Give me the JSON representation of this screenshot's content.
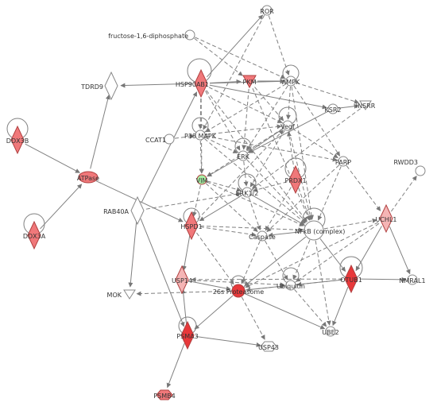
{
  "colors": {
    "up_strong": "#e8383a",
    "up_medium": "#f0787a",
    "up_light": "#f5b5b5",
    "down": "#a6eea4",
    "neutral": "#ffffff",
    "edge": "#808080"
  },
  "nodes": [
    {
      "id": "ROR",
      "label": "ROR",
      "shape": "circle",
      "fill": "neutral"
    },
    {
      "id": "F16",
      "label": "fructose-1,6-diphosphate",
      "shape": "circle",
      "fill": "neutral"
    },
    {
      "id": "TDRD9",
      "label": "TDRD9",
      "shape": "diamond",
      "fill": "neutral"
    },
    {
      "id": "HSP90",
      "label": "HSP90AB1",
      "shape": "diamond",
      "fill": "up_medium"
    },
    {
      "id": "PKM",
      "label": "PKM",
      "shape": "triangle",
      "fill": "up_medium"
    },
    {
      "id": "AMPK",
      "label": "AMPK",
      "shape": "circle",
      "fill": "neutral"
    },
    {
      "id": "KSR2",
      "label": "KSR2",
      "shape": "circle",
      "fill": "neutral"
    },
    {
      "id": "INSRR",
      "label": "INSRR",
      "shape": "vtriangle",
      "fill": "neutral"
    },
    {
      "id": "DDX3B",
      "label": "DDX3B",
      "shape": "diamond",
      "fill": "up_medium"
    },
    {
      "id": "ATPase",
      "label": "ATPase",
      "shape": "ellipse",
      "fill": "up_medium"
    },
    {
      "id": "CCAT",
      "label": "CCAT1",
      "shape": "circle",
      "fill": "neutral"
    },
    {
      "id": "P38",
      "label": "P38 MAPK",
      "shape": "circle",
      "fill": "neutral"
    },
    {
      "id": "VEGF",
      "label": "Vegf",
      "shape": "circle",
      "fill": "neutral"
    },
    {
      "id": "ERK",
      "label": "ERK",
      "shape": "circle",
      "fill": "neutral"
    },
    {
      "id": "PARP",
      "label": "PARP",
      "shape": "circle",
      "fill": "neutral"
    },
    {
      "id": "RWDD3",
      "label": "RWDD3",
      "shape": "circle",
      "fill": "neutral"
    },
    {
      "id": "VIM",
      "label": "VIM",
      "shape": "circle",
      "fill": "down"
    },
    {
      "id": "PRDX1",
      "label": "PRDX1",
      "shape": "diamond",
      "fill": "up_medium"
    },
    {
      "id": "ERK12",
      "label": "ERK1/2",
      "shape": "circle",
      "fill": "neutral"
    },
    {
      "id": "RAB40A",
      "label": "RAB40A",
      "shape": "diamond",
      "fill": "neutral"
    },
    {
      "id": "DDX3A",
      "label": "DDX3A",
      "shape": "diamond",
      "fill": "up_medium"
    },
    {
      "id": "HSPD1",
      "label": "HSPD1",
      "shape": "diamond",
      "fill": "up_medium"
    },
    {
      "id": "NFKB",
      "label": "NFkB (complex)",
      "shape": "circle",
      "fill": "neutral"
    },
    {
      "id": "UCHL1",
      "label": "UCHL1",
      "shape": "diamond",
      "fill": "up_light"
    },
    {
      "id": "CASP",
      "label": "Caspase",
      "shape": "circle",
      "fill": "neutral"
    },
    {
      "id": "OTUB1",
      "label": "OTUB1",
      "shape": "diamond",
      "fill": "up_strong"
    },
    {
      "id": "USP14",
      "label": "USP14",
      "shape": "diamond",
      "fill": "up_light"
    },
    {
      "id": "PROT",
      "label": "26s Proteasome",
      "shape": "circle",
      "fill": "up_strong"
    },
    {
      "id": "UBQ",
      "label": "Ubiquitin",
      "shape": "circle",
      "fill": "neutral"
    },
    {
      "id": "NMRAL1",
      "label": "NMRAL1",
      "shape": "circle",
      "fill": "neutral"
    },
    {
      "id": "MOK",
      "label": "MOK",
      "shape": "vtriangle",
      "fill": "neutral"
    },
    {
      "id": "PSMA3",
      "label": "PSMA3",
      "shape": "diamond",
      "fill": "up_strong"
    },
    {
      "id": "UBE2",
      "label": "UBE2",
      "shape": "circle",
      "fill": "neutral"
    },
    {
      "id": "USP43",
      "label": "USP43",
      "shape": "hexagon",
      "fill": "neutral"
    },
    {
      "id": "PSMB4",
      "label": "PSMB4",
      "shape": "hexagon",
      "fill": "up_medium"
    }
  ],
  "edges": [
    {
      "from": "HSP90",
      "to": "ROR",
      "style": "solid"
    },
    {
      "from": "HSP90",
      "to": "PKM",
      "style": "solid"
    },
    {
      "from": "HSP90",
      "to": "AMPK",
      "style": "solid"
    },
    {
      "from": "HSP90",
      "to": "KSR2",
      "style": "solid"
    },
    {
      "from": "HSP90",
      "to": "TDRD9",
      "style": "solid"
    },
    {
      "from": "HSP90",
      "to": "P38",
      "style": "dashed"
    },
    {
      "from": "HSP90",
      "to": "VEGF",
      "style": "dashed"
    },
    {
      "from": "HSP90",
      "to": "ERK",
      "style": "dashed"
    },
    {
      "from": "HSP90",
      "to": "VIM",
      "style": "dashed"
    },
    {
      "from": "HSP90",
      "to": "NFKB",
      "style": "dashed"
    },
    {
      "from": "F16",
      "to": "PKM",
      "style": "dashed"
    },
    {
      "from": "F16",
      "to": "AMPK",
      "style": "dashed"
    },
    {
      "from": "ROR",
      "to": "AMPK",
      "style": "dashed"
    },
    {
      "from": "ROR",
      "to": "P38",
      "style": "dashed"
    },
    {
      "from": "PKM",
      "to": "AMPK",
      "style": "solid"
    },
    {
      "from": "PKM",
      "to": "VEGF",
      "style": "dashed"
    },
    {
      "from": "PKM",
      "to": "ERK",
      "style": "dashed"
    },
    {
      "from": "PKM",
      "to": "NFKB",
      "style": "dashed"
    },
    {
      "from": "AMPK",
      "to": "VEGF",
      "style": "dashed"
    },
    {
      "from": "AMPK",
      "to": "ERK",
      "style": "dashed"
    },
    {
      "from": "AMPK",
      "to": "P38",
      "style": "dashed"
    },
    {
      "from": "AMPK",
      "to": "INSRR",
      "style": "dashed"
    },
    {
      "from": "AMPK",
      "to": "PARP",
      "style": "dashed"
    },
    {
      "from": "AMPK",
      "to": "NFKB",
      "style": "dashed"
    },
    {
      "from": "KSR2",
      "to": "ERK",
      "style": "solid"
    },
    {
      "from": "KSR2",
      "to": "INSRR",
      "style": "solid"
    },
    {
      "from": "INSRR",
      "to": "ERK12",
      "style": "dashed"
    },
    {
      "from": "DDX3B",
      "to": "ATPase",
      "style": "solid"
    },
    {
      "from": "DDX3A",
      "to": "ATPase",
      "style": "solid"
    },
    {
      "from": "ATPase",
      "to": "TDRD9",
      "style": "solid"
    },
    {
      "from": "ATPase",
      "to": "HSPD1",
      "style": "solid"
    },
    {
      "from": "CCAT",
      "to": "P38",
      "style": "dashed"
    },
    {
      "from": "P38",
      "to": "VEGF",
      "style": "dashed"
    },
    {
      "from": "P38",
      "to": "ERK",
      "style": "dashed"
    },
    {
      "from": "P38",
      "to": "VIM",
      "style": "dashed"
    },
    {
      "from": "P38",
      "to": "NFKB",
      "style": "dashed"
    },
    {
      "from": "P38",
      "to": "PARP",
      "style": "dashed"
    },
    {
      "from": "VEGF",
      "to": "ERK",
      "style": "solid"
    },
    {
      "from": "VEGF",
      "to": "ERK12",
      "style": "dashed"
    },
    {
      "from": "VEGF",
      "to": "VIM",
      "style": "dashed"
    },
    {
      "from": "VEGF",
      "to": "PARP",
      "style": "dashed"
    },
    {
      "from": "VEGF",
      "to": "NFKB",
      "style": "dashed"
    },
    {
      "from": "ERK",
      "to": "VIM",
      "style": "solid"
    },
    {
      "from": "ERK",
      "to": "ERK12",
      "style": "dashed"
    },
    {
      "from": "ERK",
      "to": "NFKB",
      "style": "dashed"
    },
    {
      "from": "VIM",
      "to": "ERK12",
      "style": "dashed"
    },
    {
      "from": "VIM",
      "to": "HSPD1",
      "style": "dashed"
    },
    {
      "from": "VIM",
      "to": "NFKB",
      "style": "dashed"
    },
    {
      "from": "VIM",
      "to": "CASP",
      "style": "dashed"
    },
    {
      "from": "PRDX1",
      "to": "ERK12",
      "style": "dashed"
    },
    {
      "from": "PRDX1",
      "to": "NFKB",
      "style": "dashed"
    },
    {
      "from": "PRDX1",
      "to": "CASP",
      "style": "dashed"
    },
    {
      "from": "PRDX1",
      "to": "VEGF",
      "style": "dashed"
    },
    {
      "from": "PARP",
      "to": "CASP",
      "style": "dashed"
    },
    {
      "from": "PARP",
      "to": "NFKB",
      "style": "dashed"
    },
    {
      "from": "PARP",
      "to": "UCHL1",
      "style": "dashed"
    },
    {
      "from": "ERK12",
      "to": "HSPD1",
      "style": "solid"
    },
    {
      "from": "ERK12",
      "to": "NFKB",
      "style": "solid"
    },
    {
      "from": "ERK12",
      "to": "CASP",
      "style": "dashed"
    },
    {
      "from": "RAB40A",
      "to": "HSP90",
      "style": "solid"
    },
    {
      "from": "RAB40A",
      "to": "ERK12",
      "style": "dashed"
    },
    {
      "from": "RAB40A",
      "to": "MOK",
      "style": "solid"
    },
    {
      "from": "RAB40A",
      "to": "PSMA3",
      "style": "solid"
    },
    {
      "from": "HSPD1",
      "to": "NFKB",
      "style": "dashed"
    },
    {
      "from": "HSPD1",
      "to": "CASP",
      "style": "dashed"
    },
    {
      "from": "HSPD1",
      "to": "USP14",
      "style": "solid"
    },
    {
      "from": "HSPD1",
      "to": "PROT",
      "style": "dashed"
    },
    {
      "from": "HSPD1",
      "to": "VEGF",
      "style": "dashed"
    },
    {
      "from": "NFKB",
      "to": "CASP",
      "style": "solid"
    },
    {
      "from": "NFKB",
      "to": "UCHL1",
      "style": "dashed"
    },
    {
      "from": "NFKB",
      "to": "OTUB1",
      "style": "solid"
    },
    {
      "from": "NFKB",
      "to": "UBQ",
      "style": "dashed"
    },
    {
      "from": "NFKB",
      "to": "PROT",
      "style": "solid"
    },
    {
      "from": "NFKB",
      "to": "UBE2",
      "style": "dashed"
    },
    {
      "from": "UCHL1",
      "to": "RWDD3",
      "style": "dashed"
    },
    {
      "from": "UCHL1",
      "to": "UBQ",
      "style": "dashed"
    },
    {
      "from": "UCHL1",
      "to": "OTUB1",
      "style": "solid"
    },
    {
      "from": "UCHL1",
      "to": "NMRAL1",
      "style": "solid"
    },
    {
      "from": "UCHL1",
      "to": "PROT",
      "style": "dashed"
    },
    {
      "from": "CASP",
      "to": "PROT",
      "style": "dashed"
    },
    {
      "from": "CASP",
      "to": "UBQ",
      "style": "dashed"
    },
    {
      "from": "OTUB1",
      "to": "UBQ",
      "style": "solid"
    },
    {
      "from": "OTUB1",
      "to": "NMRAL1",
      "style": "solid"
    },
    {
      "from": "OTUB1",
      "to": "UBE2",
      "style": "solid"
    },
    {
      "from": "OTUB1",
      "to": "PROT",
      "style": "dashed"
    },
    {
      "from": "OTUB1",
      "to": "USP14",
      "style": "dashed"
    },
    {
      "from": "USP14",
      "to": "PROT",
      "style": "solid"
    },
    {
      "from": "USP14",
      "to": "UBQ",
      "style": "dashed"
    },
    {
      "from": "PROT",
      "to": "MOK",
      "style": "dashed"
    },
    {
      "from": "PROT",
      "to": "UBQ",
      "style": "solid"
    },
    {
      "from": "PROT",
      "to": "PSMA3",
      "style": "solid"
    },
    {
      "from": "PROT",
      "to": "USP43",
      "style": "dashed"
    },
    {
      "from": "PROT",
      "to": "UBE2",
      "style": "solid"
    },
    {
      "from": "UBQ",
      "to": "UBE2",
      "style": "dashed"
    },
    {
      "from": "PSMA3",
      "to": "PSMB4",
      "style": "solid"
    },
    {
      "from": "PSMA3",
      "to": "USP43",
      "style": "solid"
    },
    {
      "from": "PSMA3",
      "to": "USP14",
      "style": "solid"
    }
  ],
  "self_loops": [
    "DDX3B",
    "DDX3A",
    "HSP90",
    "AMPK",
    "P38",
    "VEGF",
    "ERK",
    "ERK12",
    "PRDX1",
    "NFKB",
    "UBQ",
    "OTUB1",
    "PSMA3",
    "HSPD1",
    "PROT"
  ]
}
